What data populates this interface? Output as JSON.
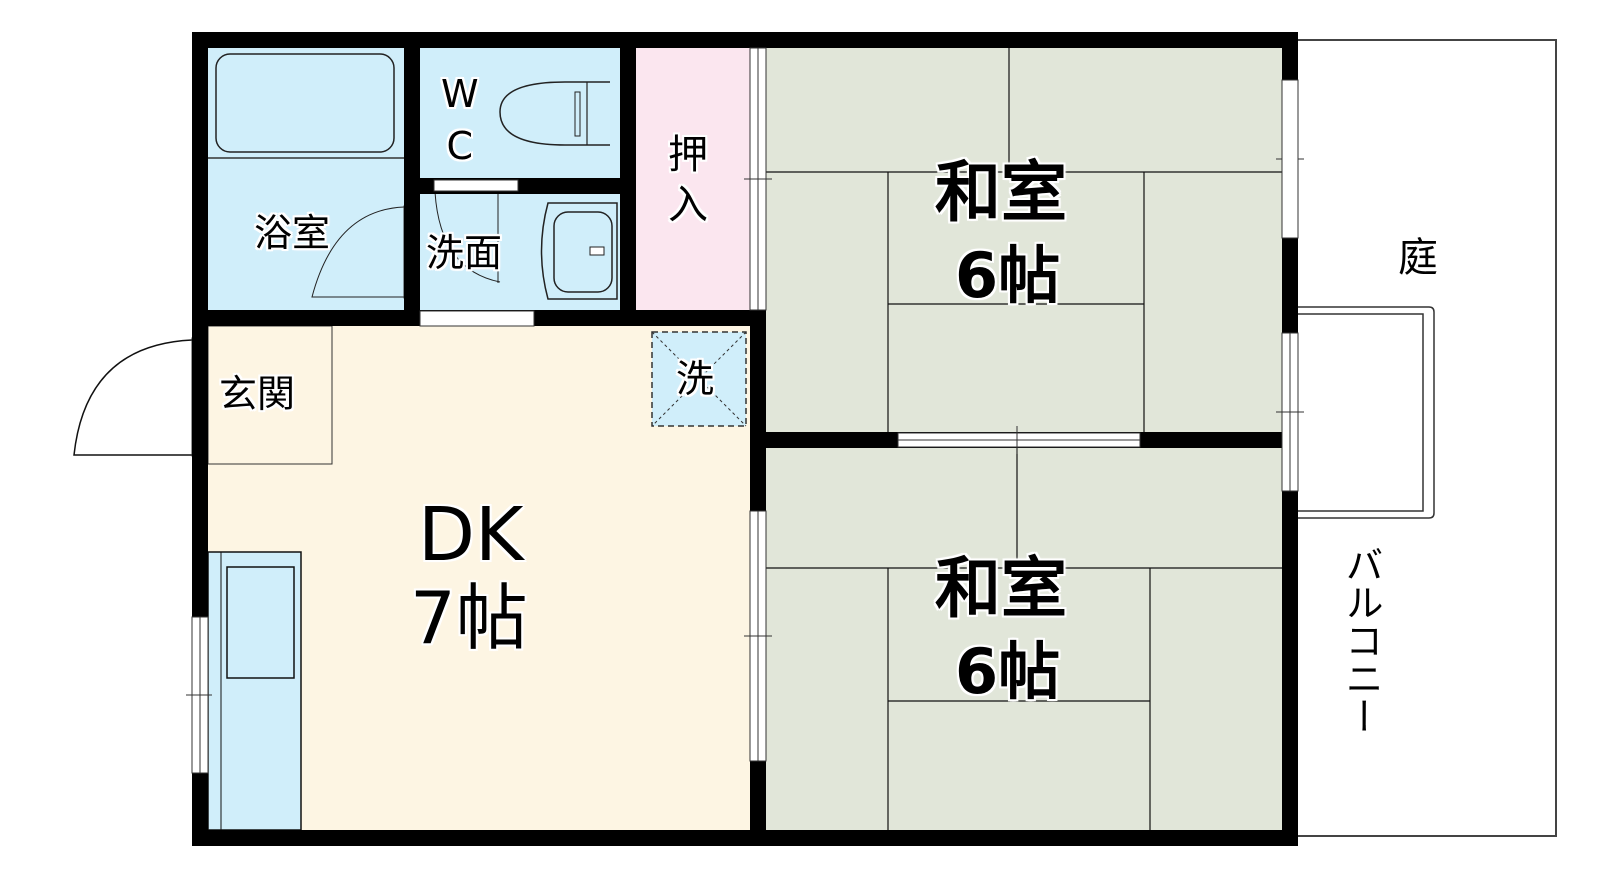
{
  "floorplan": {
    "colors": {
      "wall": "#000000",
      "wet_area": "#d0eefa",
      "dk_floor": "#fdf5e3",
      "tatami": "#e1e6d9",
      "closet": "#fbe6ef",
      "outdoor": "#ffffff"
    },
    "rooms": {
      "bath": {
        "label": "浴室"
      },
      "wc": {
        "label": "W\nC"
      },
      "washroom": {
        "label": "洗面"
      },
      "closet": {
        "label": "押\n入"
      },
      "entrance": {
        "label": "玄関"
      },
      "washer": {
        "label": "洗"
      },
      "dk": {
        "label": "DK",
        "size": "7帖"
      },
      "washitsu_upper": {
        "label": "和室",
        "size": "6帖"
      },
      "washitsu_lower": {
        "label": "和室",
        "size": "6帖"
      },
      "garden": {
        "label": "庭"
      },
      "balcony": {
        "label": "バルコニー"
      }
    }
  }
}
